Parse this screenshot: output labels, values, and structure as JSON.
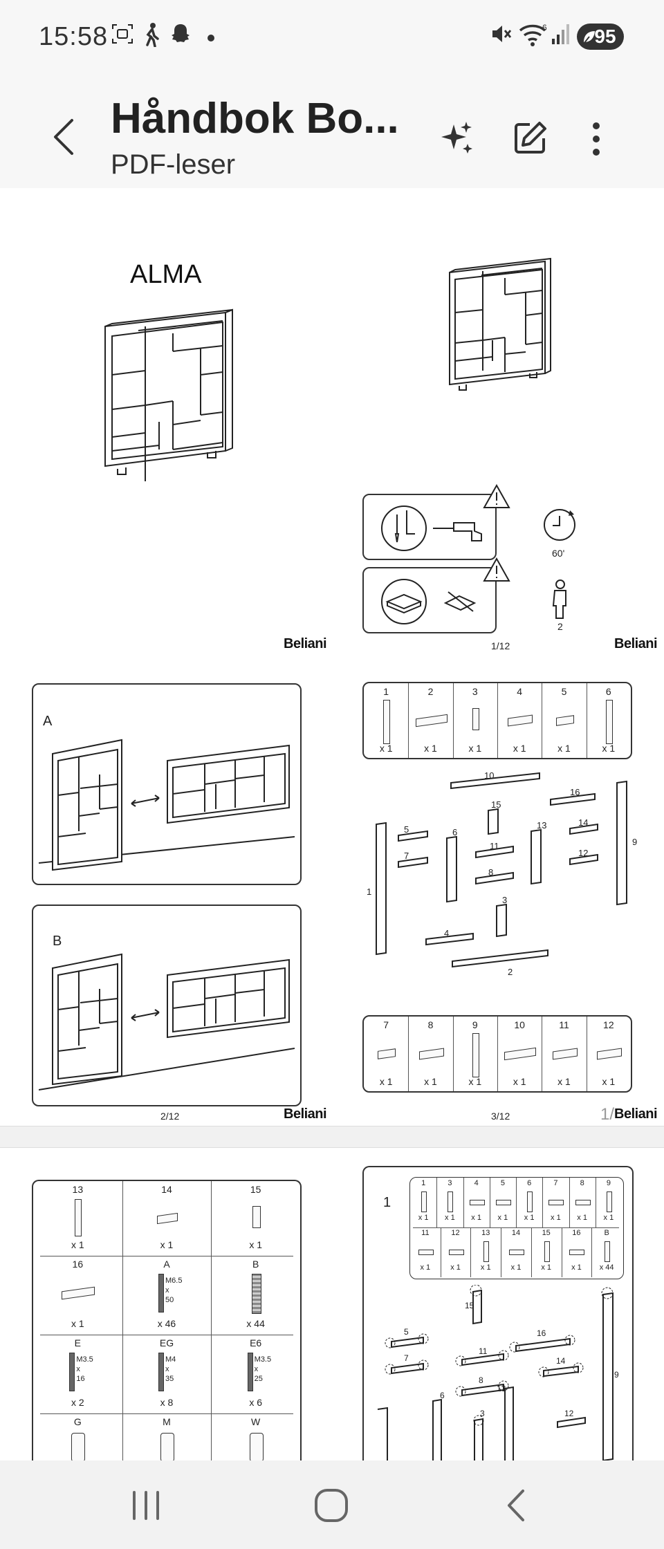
{
  "status_bar": {
    "time": "15:58",
    "battery": "95",
    "icons": [
      "screenshot-icon",
      "walking-icon",
      "snapchat-icon",
      "dot-icon",
      "mute-icon",
      "wifi-icon",
      "signal-icon"
    ]
  },
  "app_bar": {
    "title": "Håndbok Bo...",
    "subtitle": "PDF-leser",
    "icons": [
      "back-icon",
      "ai-sparkle-icon",
      "edit-icon",
      "more-icon"
    ]
  },
  "page1": {
    "title": "ALMA",
    "time_label": "60'",
    "persons_label": "2",
    "page_number": "1/12",
    "brand": "Beliani"
  },
  "page2": {
    "label_a": "A",
    "label_b": "B",
    "page_number": "2/12",
    "brand": "Beliani"
  },
  "page3": {
    "page_number": "3/12",
    "brand": "Beliani",
    "top_parts": [
      {
        "num": "1",
        "qty": "x 1"
      },
      {
        "num": "2",
        "qty": "x 1"
      },
      {
        "num": "3",
        "qty": "x 1"
      },
      {
        "num": "4",
        "qty": "x 1"
      },
      {
        "num": "5",
        "qty": "x 1"
      },
      {
        "num": "6",
        "qty": "x 1"
      }
    ],
    "bottom_parts": [
      {
        "num": "7",
        "qty": "x 1"
      },
      {
        "num": "8",
        "qty": "x 1"
      },
      {
        "num": "9",
        "qty": "x 1"
      },
      {
        "num": "10",
        "qty": "x 1"
      },
      {
        "num": "11",
        "qty": "x 1"
      },
      {
        "num": "12",
        "qty": "x 1"
      }
    ],
    "exploded_labels": [
      "10",
      "16",
      "15",
      "13",
      "5",
      "6",
      "11",
      "14",
      "12",
      "9",
      "7",
      "8",
      "1",
      "3",
      "4",
      "2"
    ]
  },
  "page_indicator": "1/",
  "page4": {
    "rows": [
      [
        {
          "num": "13",
          "qty": "x 1"
        },
        {
          "num": "14",
          "qty": "x 1"
        },
        {
          "num": "15",
          "qty": "x 1"
        }
      ],
      [
        {
          "num": "16",
          "qty": "x 1"
        },
        {
          "num": "A",
          "spec": [
            "M6.5",
            "x",
            "50"
          ],
          "qty": "x 46"
        },
        {
          "num": "B",
          "qty": "x 44"
        }
      ],
      [
        {
          "num": "E",
          "spec": [
            "M3.5",
            "x",
            "16"
          ],
          "qty": "x 2"
        },
        {
          "num": "EG",
          "spec": [
            "M4",
            "x",
            "35"
          ],
          "qty": "x 8"
        },
        {
          "num": "E6",
          "spec": [
            "M3.5",
            "x",
            "25"
          ],
          "qty": "x 6"
        }
      ],
      [
        {
          "num": "G"
        },
        {
          "num": "M"
        },
        {
          "num": "W"
        }
      ]
    ]
  },
  "page5": {
    "step": "1",
    "table_row1": [
      {
        "num": "1",
        "qty": "x 1"
      },
      {
        "num": "3",
        "qty": "x 1"
      },
      {
        "num": "4",
        "qty": "x 1"
      },
      {
        "num": "5",
        "qty": "x 1"
      },
      {
        "num": "6",
        "qty": "x 1"
      },
      {
        "num": "7",
        "qty": "x 1"
      },
      {
        "num": "8",
        "qty": "x 1"
      },
      {
        "num": "9",
        "qty": "x 1"
      }
    ],
    "table_row2": [
      {
        "num": "11",
        "qty": "x 1"
      },
      {
        "num": "12",
        "qty": "x 1"
      },
      {
        "num": "13",
        "qty": "x 1"
      },
      {
        "num": "14",
        "qty": "x 1"
      },
      {
        "num": "15",
        "qty": "x 1"
      },
      {
        "num": "16",
        "qty": "x 1"
      },
      {
        "num": "B",
        "qty": "x 44"
      }
    ],
    "assembly_labels": [
      "15",
      "5",
      "16",
      "11",
      "7",
      "14",
      "8",
      "6",
      "13",
      "3",
      "12",
      "9"
    ]
  },
  "nav_bar": {
    "icons": [
      "recent-apps-icon",
      "home-icon",
      "back-nav-icon"
    ]
  }
}
